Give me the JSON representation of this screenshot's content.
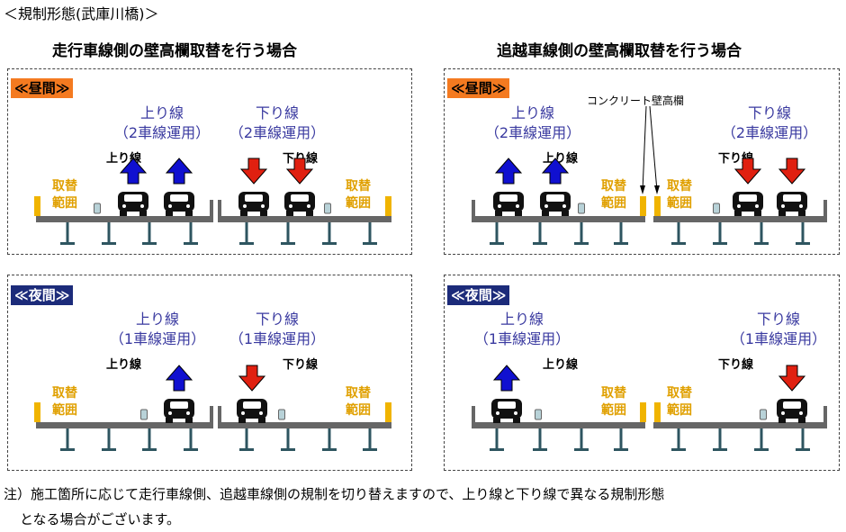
{
  "page_heading": "＜規制形態(武庫川橋)＞",
  "columns": [
    {
      "heading": "走行車線側の壁高欄取替を行う場合"
    },
    {
      "heading": "追越車線側の壁高欄取替を行う場合"
    }
  ],
  "period": {
    "day": "≪昼間≫",
    "night": "≪夜間≫"
  },
  "direction": {
    "up": {
      "name": "上り線",
      "two_lane": "（2車線運用）",
      "one_lane": "（1車線運用）"
    },
    "down": {
      "name": "下り線",
      "two_lane": "（2車線運用）",
      "one_lane": "（1車線運用）"
    }
  },
  "replacement_area": {
    "line1": "取替",
    "line2": "範囲"
  },
  "concrete_wall_label": "コンクリート壁高欄",
  "note": {
    "line1": "注）施工箇所に応じて走行車線側、追越車線側の規制を切り替えますので、上り線と下り線で異なる規制形態",
    "line2": "となる場合がございます。"
  },
  "colors": {
    "day_label": "#f47a20",
    "night_label": "#1c2b7a",
    "up_arrow": "#1010d0",
    "down_arrow": "#e02010",
    "barrier": "#f0b400",
    "deck": "#666666",
    "pier": "#2e5560",
    "direction_text": "#3a3aa0",
    "area_text": "#e0a000"
  },
  "icons": [
    "car-icon",
    "up-arrow-icon",
    "down-arrow-icon",
    "pier-icon",
    "barrier-icon",
    "cone-icon"
  ]
}
